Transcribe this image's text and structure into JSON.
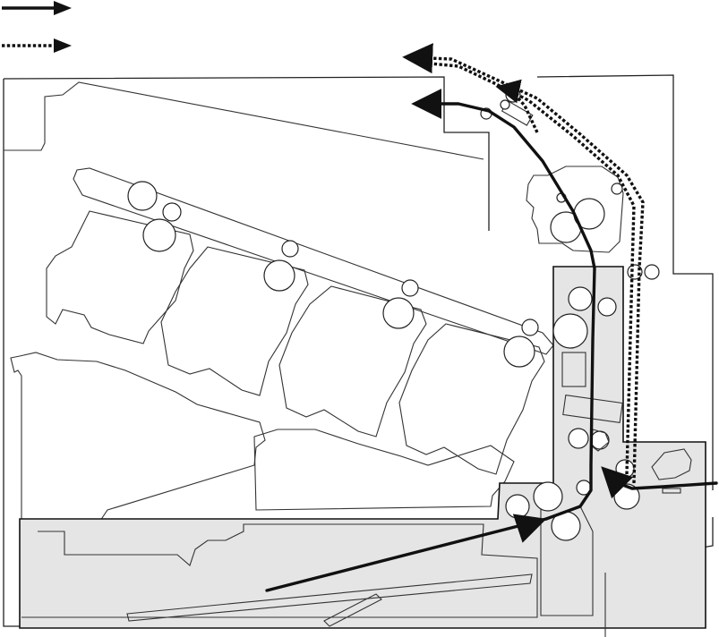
{
  "legend": {
    "items": [
      {
        "id": "simplex",
        "style": "solid"
      },
      {
        "id": "duplex",
        "style": "dotted"
      }
    ]
  },
  "colors": {
    "ink": "#111111",
    "shade": "#e5e5e5",
    "background": "#ffffff"
  }
}
